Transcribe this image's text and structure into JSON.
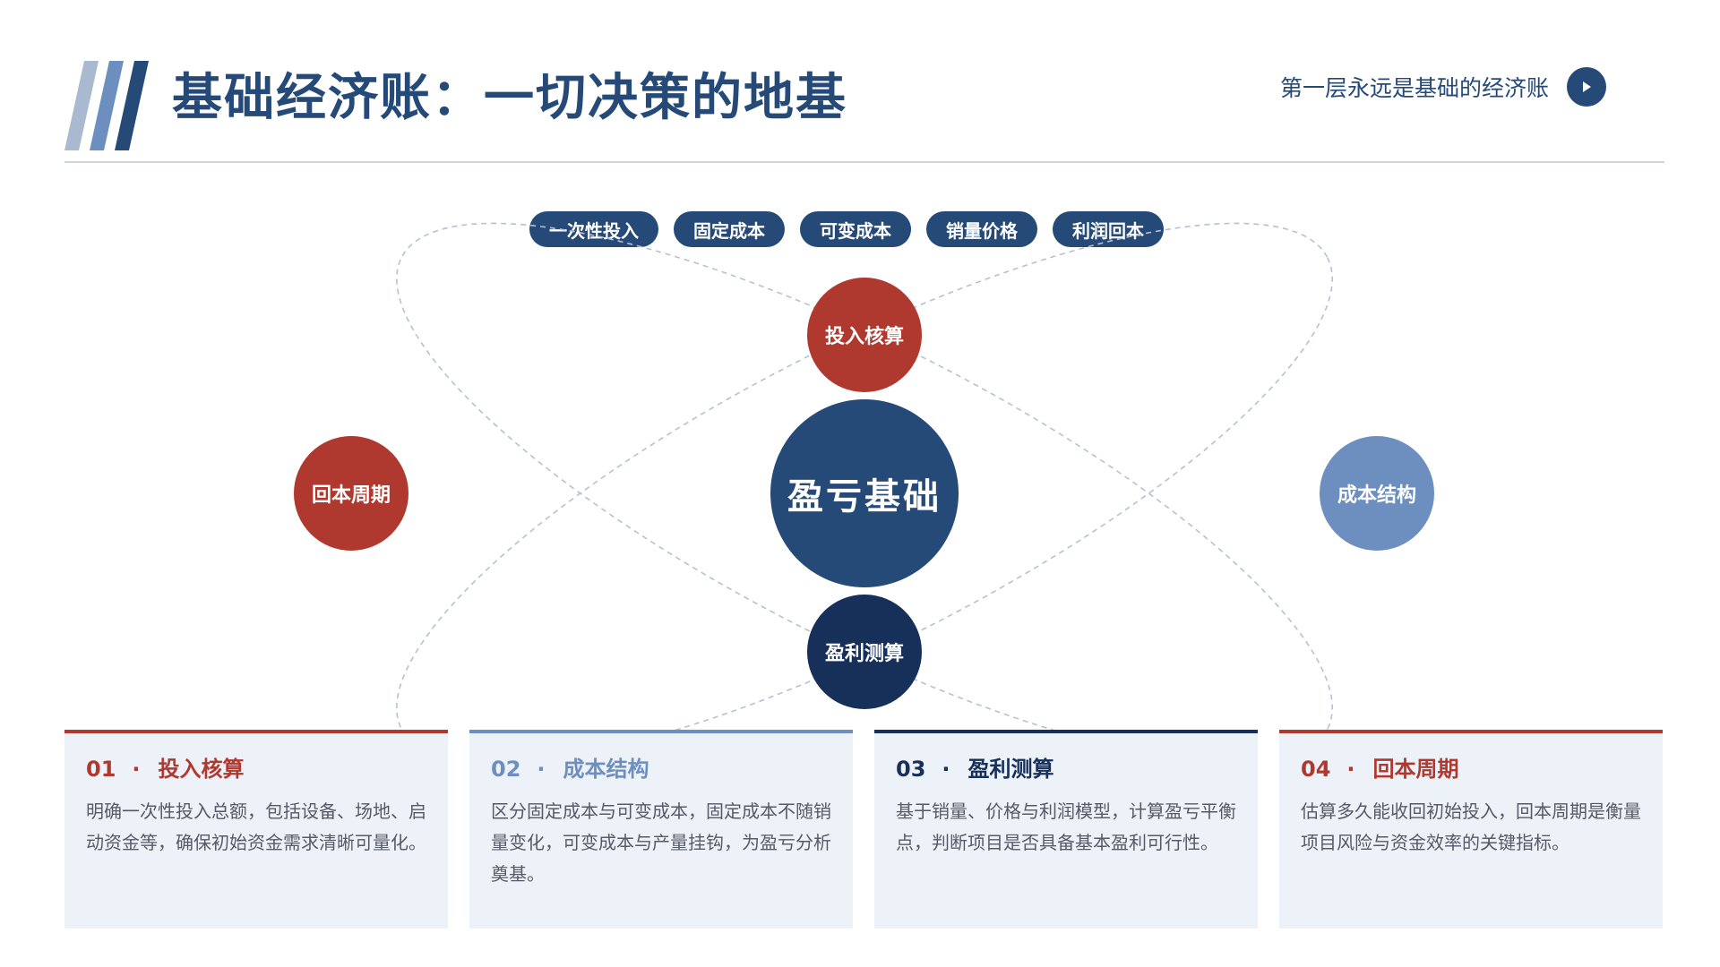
{
  "header": {
    "title": "基础经济账：一切决策的地基",
    "note": "第一层永远是基础的经济账"
  },
  "colors": {
    "primary": "#264a78",
    "accent_red": "#b0392f",
    "accent_light_blue": "#6d8fbf",
    "dark_navy": "#17305a",
    "card_bg": "#edf1f8"
  },
  "icons": {
    "header_play": "play-circle-icon"
  },
  "tags": [
    "一次性投入",
    "固定成本",
    "可变成本",
    "销量价格",
    "利润回本"
  ],
  "diagram": {
    "center": "盈亏基础",
    "top": "投入核算",
    "right": "成本结构",
    "bottom": "盈利测算",
    "left": "回本周期"
  },
  "cards": [
    {
      "num": "01",
      "dot": "·",
      "title": "投入核算",
      "color": "#b0392f",
      "desc": "明确一次性投入总额，包括设备、场地、启动资金等，确保初始资金需求清晰可量化。"
    },
    {
      "num": "02",
      "dot": "·",
      "title": "成本结构",
      "color": "#6d8fbf",
      "desc": "区分固定成本与可变成本，固定成本不随销量变化，可变成本与产量挂钩，为盈亏分析奠基。"
    },
    {
      "num": "03",
      "dot": "·",
      "title": "盈利测算",
      "color": "#17305a",
      "desc": "基于销量、价格与利润模型，计算盈亏平衡点，判断项目是否具备基本盈利可行性。"
    },
    {
      "num": "04",
      "dot": "·",
      "title": "回本周期",
      "color": "#b0392f",
      "desc": "估算多久能收回初始投入，回本周期是衡量项目风险与资金效率的关键指标。"
    }
  ]
}
